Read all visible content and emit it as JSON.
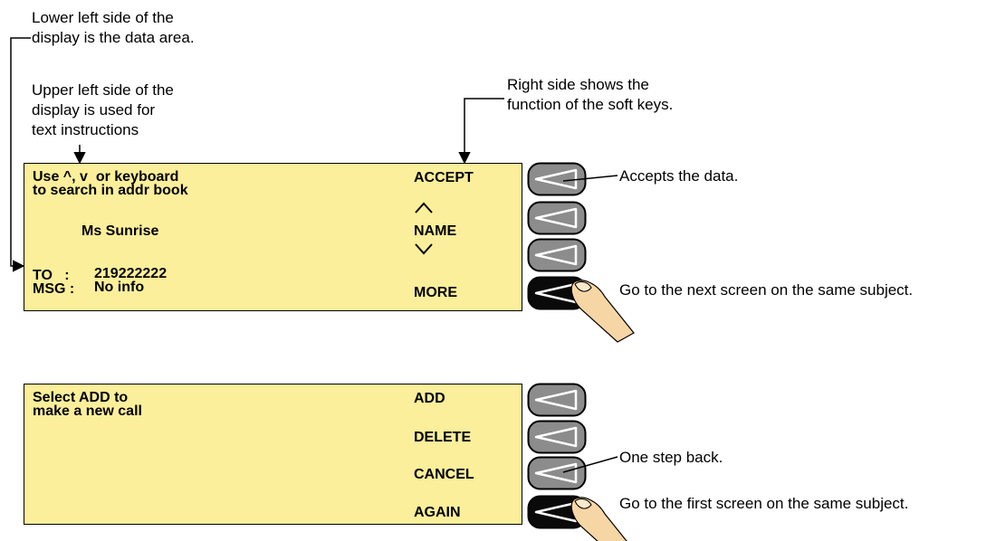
{
  "annotations": {
    "lower_left": "Lower left side of the\ndisplay is the data area.",
    "upper_left": "Upper left side of the\ndisplay is used for\ntext instructions",
    "right_side": "Right side shows the\nfunction of the soft keys.",
    "accepts": "Accepts the data.",
    "next_screen": "Go to the next screen on the same subject.",
    "step_back": "One step back.",
    "first_screen": "Go to the first screen on the same subject."
  },
  "screen1": {
    "instruction": "Use ^, v  or keyboard\nto search in addr book",
    "name": "Ms Sunrise",
    "to_label": "TO   :",
    "to_value": "219222222",
    "msg_label": "MSG :",
    "msg_value": "No info",
    "keys": {
      "accept": "ACCEPT",
      "up": "^",
      "name": "NAME",
      "down": "v",
      "more": "MORE"
    }
  },
  "screen2": {
    "instruction": "Select ADD to\nmake a new call",
    "keys": {
      "add": "ADD",
      "delete": "DELETE",
      "cancel": "CANCEL",
      "again": "AGAIN"
    }
  },
  "colors": {
    "lcd_background": "#fbef9b",
    "softkey_grey": "#8c8c8c",
    "softkey_black": "#0a0a0a",
    "finger": "#f7d6a6"
  }
}
